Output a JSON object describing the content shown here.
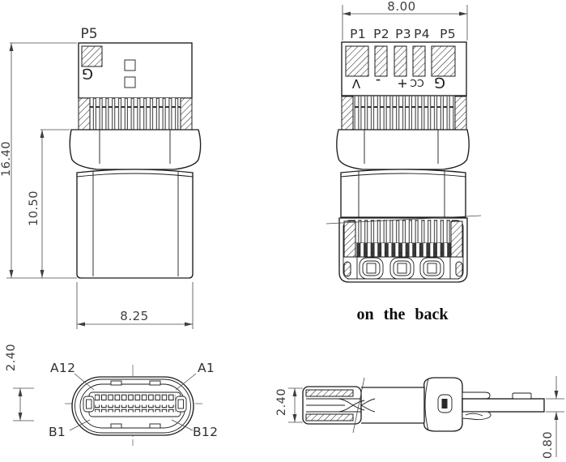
{
  "front_view": {
    "pad_label": "P5",
    "ground_marking": "G",
    "dims": {
      "total_height": "16.40",
      "body_height": "10.50",
      "width": "8.25"
    }
  },
  "back_view": {
    "dims": {
      "width": "8.00"
    },
    "pin_labels": [
      "P1",
      "P2",
      "P3",
      "P4",
      "P5"
    ],
    "pad_markings": [
      "V",
      "-",
      "+",
      "CC",
      "G"
    ],
    "caption": "on the back"
  },
  "mating_face_view": {
    "dims": {
      "tongue_height": "2.40"
    },
    "pin_callouts": {
      "top_left": "A12",
      "top_right": "A1",
      "bottom_left": "B1",
      "bottom_right": "B12"
    }
  },
  "side_view": {
    "dims": {
      "tip_height": "2.40",
      "tail_thickness": "0.80"
    }
  },
  "colors": {
    "line": "#1c1c1c",
    "dim_line": "#4a4a4a",
    "text": "#3f3f3f",
    "background": "#ffffff"
  }
}
